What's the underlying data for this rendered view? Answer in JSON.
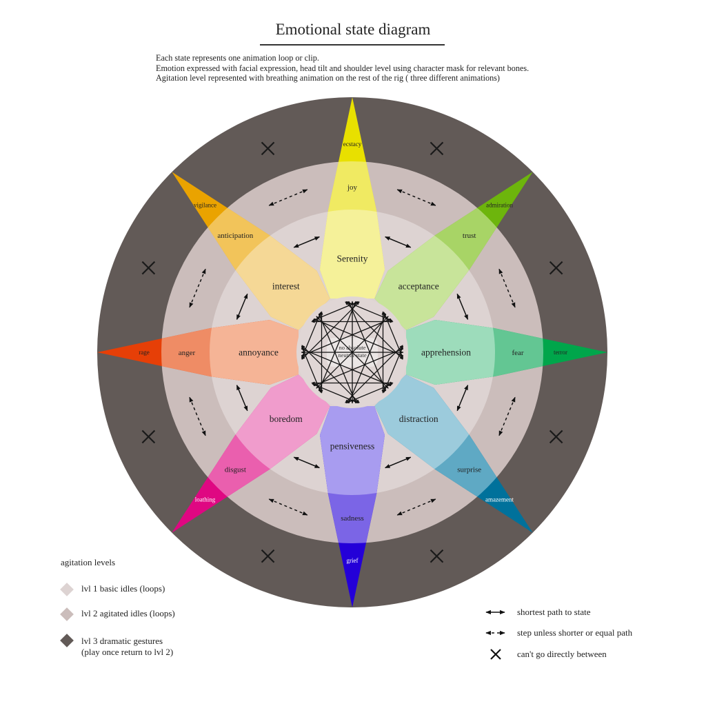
{
  "title": "Emotional state diagram",
  "description": [
    "Each state represents one animation loop or clip.",
    "Emotion expressed with facial expression, head tilt and shoulder level using character mask for relevant bones.",
    "Agitation level represented with breathing animation on the rest of the rig ( three different animations)"
  ],
  "rings": {
    "outer": "#625a57",
    "middle": "#cbbdbb",
    "inner": "#ddd3d2",
    "center": "#e0d6d5",
    "center_box": "#ebe6e5"
  },
  "center_label": [
    "no absolute",
    "neutral state"
  ],
  "emotions": [
    {
      "inner": "Serenity",
      "mid": "joy",
      "outer": "ecstacy",
      "colors": {
        "inner": "#f5f199",
        "mid": "#f0ea62",
        "outer": "#e8e000"
      }
    },
    {
      "inner": "acceptance",
      "mid": "trust",
      "outer": "admiration",
      "colors": {
        "inner": "#c8e49a",
        "mid": "#a8d466",
        "outer": "#6db50c"
      }
    },
    {
      "inner": "apprehension",
      "mid": "fear",
      "outer": "terror",
      "colors": {
        "inner": "#9ddcbb",
        "mid": "#63c693",
        "outer": "#00a64b"
      }
    },
    {
      "inner": "distraction",
      "mid": "surprise",
      "outer": "amazement",
      "colors": {
        "inner": "#9ccbdc",
        "mid": "#5fa9c4",
        "outer": "#00719b"
      }
    },
    {
      "inner": "pensiveness",
      "mid": "sadness",
      "outer": "grief",
      "colors": {
        "inner": "#a89cf0",
        "mid": "#7b65e6",
        "outer": "#2400d8"
      }
    },
    {
      "inner": "boredom",
      "mid": "disgust",
      "outer": "loathing",
      "colors": {
        "inner": "#f09ccc",
        "mid": "#ea5fae",
        "outer": "#df0782"
      }
    },
    {
      "inner": "annoyance",
      "mid": "anger",
      "outer": "rage",
      "colors": {
        "inner": "#f5b496",
        "mid": "#ef8c65",
        "outer": "#e63f07"
      }
    },
    {
      "inner": "interest",
      "mid": "anticipation",
      "outer": "vigilance",
      "colors": {
        "inner": "#f5d896",
        "mid": "#f2c45a",
        "outer": "#eaa300"
      }
    }
  ],
  "agitation_legend": {
    "title": "agitation levels",
    "items": [
      {
        "label": "lvl 1 basic idles (loops)",
        "color": "#ddd3d2"
      },
      {
        "label": "lvl 2 agitated idles (loops)",
        "color": "#cbbdbb"
      },
      {
        "label": "lvl 3 dramatic gestures",
        "label2": "(play once return to lvl 2)",
        "color": "#625a57"
      }
    ]
  },
  "arrow_legend": [
    {
      "icon": "double-arrow-solid",
      "label": "shortest path to state"
    },
    {
      "icon": "double-arrow-dashed",
      "label": "step unless shorter or equal path"
    },
    {
      "icon": "cross",
      "label": "can't go directly between"
    }
  ]
}
